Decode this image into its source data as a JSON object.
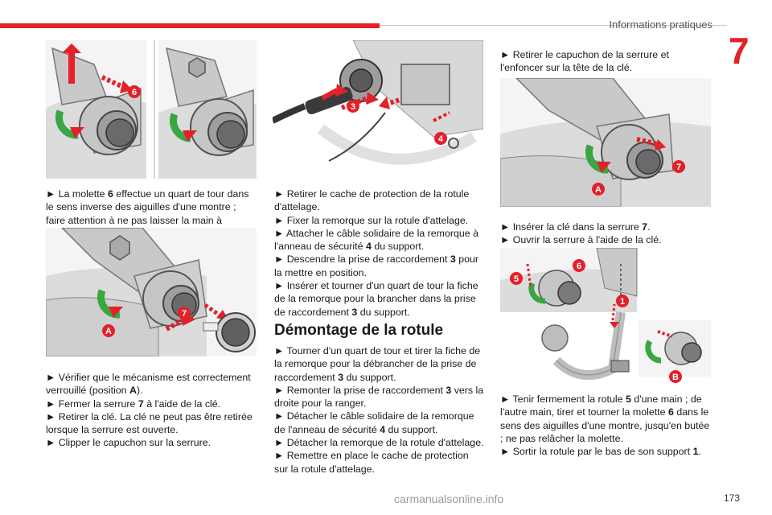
{
  "header": {
    "title": "Informations pratiques",
    "chapter": "7"
  },
  "figures": {
    "fig1": {
      "labels": [
        "6"
      ]
    },
    "fig3": {
      "labels": [
        "3",
        "4"
      ]
    },
    "fig2": {
      "labels": [
        "7",
        "A"
      ]
    },
    "fig4": {
      "labels": [
        "7",
        "A"
      ]
    },
    "fig5": {
      "labels": [
        "6",
        "5",
        "1",
        "B"
      ]
    }
  },
  "col1": {
    "p1": [
      {
        "text": "► La molette "
      },
      {
        "text": "6",
        "b": true
      },
      {
        "text": " effectue un quart de tour dans le sens inverse des aiguilles d'une montre ; faire attention à ne pas laisser la main à proximité !"
      }
    ],
    "p2": [
      [
        {
          "text": "► Vérifier que le mécanisme est correctement verrouillé (position "
        },
        {
          "text": "A",
          "b": true
        },
        {
          "text": ")."
        }
      ],
      [
        {
          "text": "► Fermer la serrure "
        },
        {
          "text": "7",
          "b": true
        },
        {
          "text": " à l'aide de la clé."
        }
      ],
      [
        {
          "text": "► Retirer la clé. La clé ne peut pas être retirée lorsque la serrure est ouverte."
        }
      ],
      [
        {
          "text": "► Clipper le capuchon sur la serrure."
        }
      ]
    ]
  },
  "col2": {
    "p1": [
      [
        {
          "text": "► Retirer le cache de protection de la rotule d'attelage."
        }
      ],
      [
        {
          "text": "► Fixer la remorque sur la rotule d'attelage."
        }
      ],
      [
        {
          "text": "► Attacher le câble solidaire de la remorque à l'anneau de sécurité "
        },
        {
          "text": "4",
          "b": true
        },
        {
          "text": " du support."
        }
      ],
      [
        {
          "text": "► Descendre la prise de raccordement "
        },
        {
          "text": "3",
          "b": true
        },
        {
          "text": " pour la mettre en position."
        }
      ],
      [
        {
          "text": "► Insérer et tourner d'un quart de tour la fiche de la remorque pour la brancher dans la prise de raccordement "
        },
        {
          "text": "3",
          "b": true
        },
        {
          "text": " du support."
        }
      ]
    ],
    "section_title": "Démontage de la rotule",
    "p2": [
      [
        {
          "text": "► Tourner d'un quart de tour et tirer la fiche de la remorque pour la débrancher de la prise de raccordement "
        },
        {
          "text": "3",
          "b": true
        },
        {
          "text": " du support."
        }
      ],
      [
        {
          "text": "► Remonter la prise de raccordement "
        },
        {
          "text": "3",
          "b": true
        },
        {
          "text": " vers la droite pour la ranger."
        }
      ],
      [
        {
          "text": "► Détacher le câble solidaire de la remorque de l'anneau de sécurité "
        },
        {
          "text": "4",
          "b": true
        },
        {
          "text": " du support."
        }
      ],
      [
        {
          "text": "► Détacher la remorque de la rotule d'attelage."
        }
      ],
      [
        {
          "text": "► Remettre en place le cache de protection sur la rotule d'attelage."
        }
      ]
    ]
  },
  "col3": {
    "p1": [
      [
        {
          "text": "► Retirer le capuchon de la serrure et l'enfoncer sur la tête de la clé."
        }
      ]
    ],
    "p2": [
      [
        {
          "text": "► Insérer la clé dans la serrure "
        },
        {
          "text": "7",
          "b": true
        },
        {
          "text": "."
        }
      ],
      [
        {
          "text": "► Ouvrir la serrure à l'aide de la clé."
        }
      ]
    ],
    "p3": [
      [
        {
          "text": "► Tenir fermement la rotule "
        },
        {
          "text": "5",
          "b": true
        },
        {
          "text": " d'une main ; de l'autre main, tirer et tourner la molette "
        },
        {
          "text": "6",
          "b": true
        },
        {
          "text": " dans le sens des aiguilles d'une montre, jusqu'en butée ; ne pas relâcher la molette."
        }
      ],
      [
        {
          "text": "► Sortir la rotule par le bas de son support "
        },
        {
          "text": "1",
          "b": true
        },
        {
          "text": "."
        }
      ]
    ]
  },
  "footer": {
    "page": "173",
    "watermark": "carmanualsonline.info"
  },
  "colors": {
    "accent": "#e4202a",
    "green": "#3aa641",
    "metal": "#bdbdbd"
  }
}
